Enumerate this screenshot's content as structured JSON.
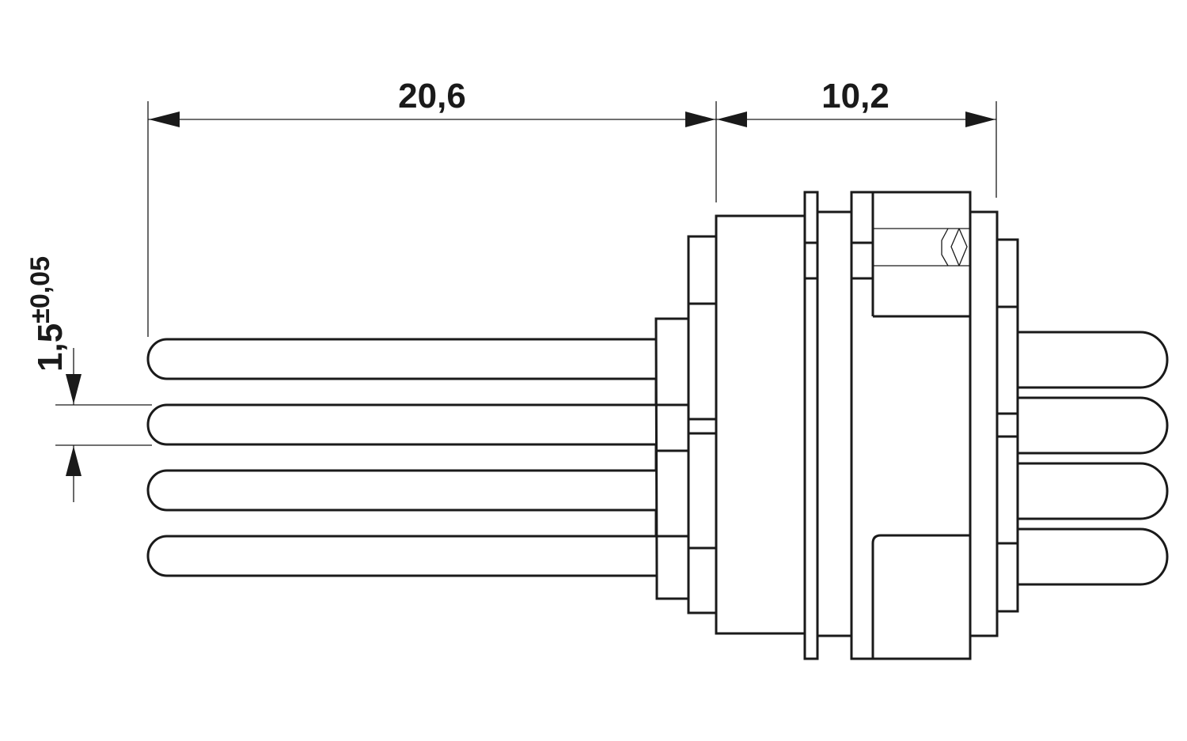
{
  "dimensions": {
    "pin_length": "20,6",
    "housing_length": "10,2",
    "pitch_value": "1,5",
    "pitch_tolerance": "±0,05"
  }
}
